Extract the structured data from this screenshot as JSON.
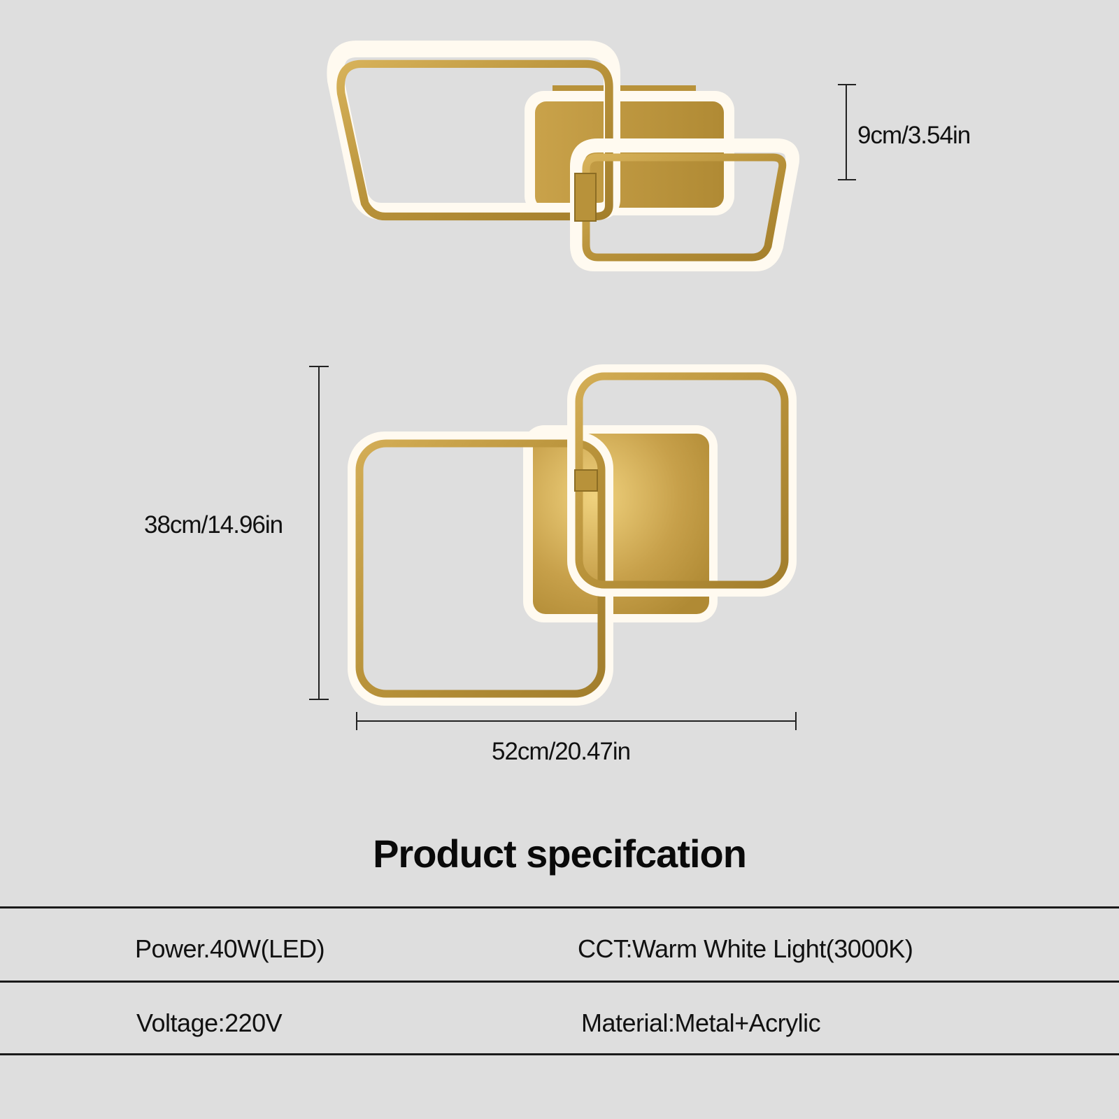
{
  "dimensions": {
    "height": "9cm/3.54in",
    "depth": "38cm/14.96in",
    "width": "52cm/20.47in"
  },
  "title": "Product specifcation",
  "specs": {
    "power": "Power.40W(LED)",
    "cct": "CCT:Warm White Light(3000K)",
    "voltage": "Voltage:220V",
    "material": "Material:Metal+Acrylic"
  },
  "colors": {
    "background": "#dedede",
    "gold": "#b8923a",
    "glow": "#fffaf0"
  }
}
